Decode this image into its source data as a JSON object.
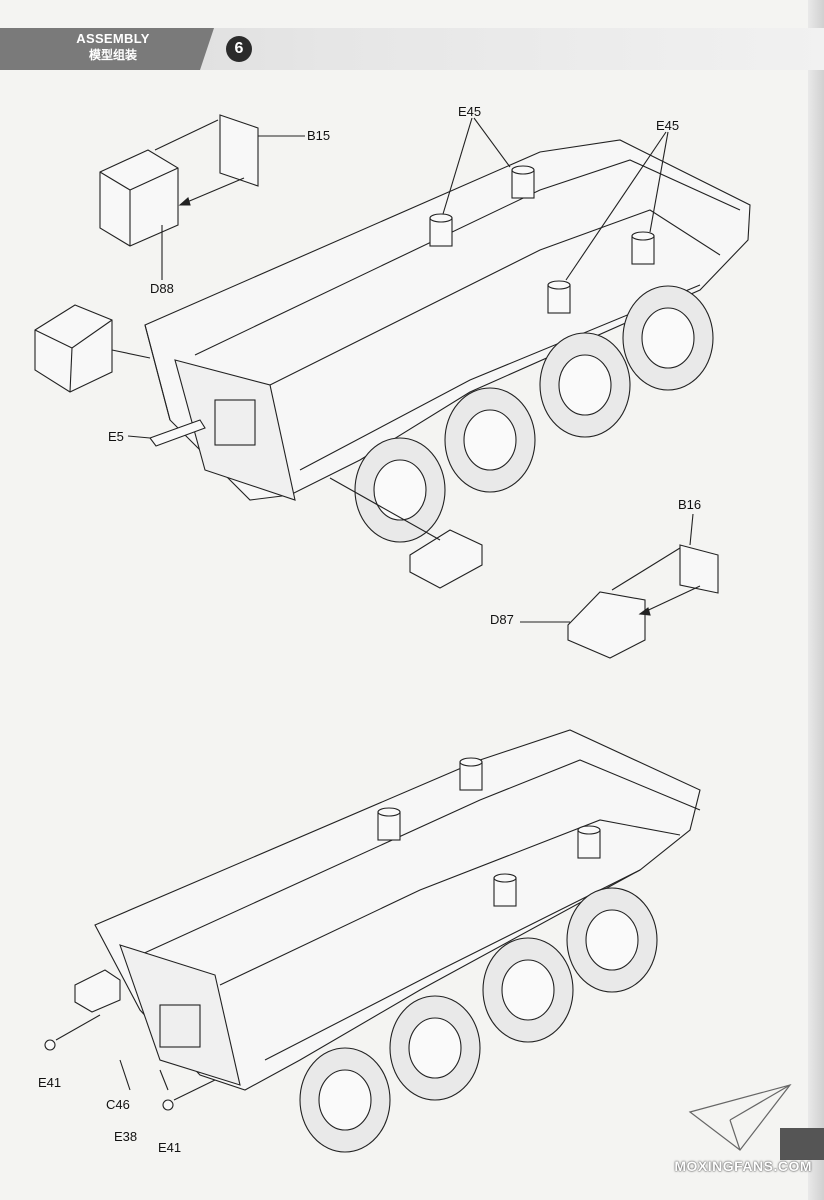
{
  "header": {
    "title": "ASSEMBLY",
    "subtitle": "模型组装",
    "step_number": "6"
  },
  "labels": {
    "b15": "B15",
    "d88": "D88",
    "e45_left": "E45",
    "e45_right": "E45",
    "e5": "E5",
    "b16": "B16",
    "d87": "D87",
    "e41_left": "E41",
    "c46": "C46",
    "e38": "E38",
    "e41_bottom": "E41"
  },
  "watermark": "MOXINGFANS.COM"
}
